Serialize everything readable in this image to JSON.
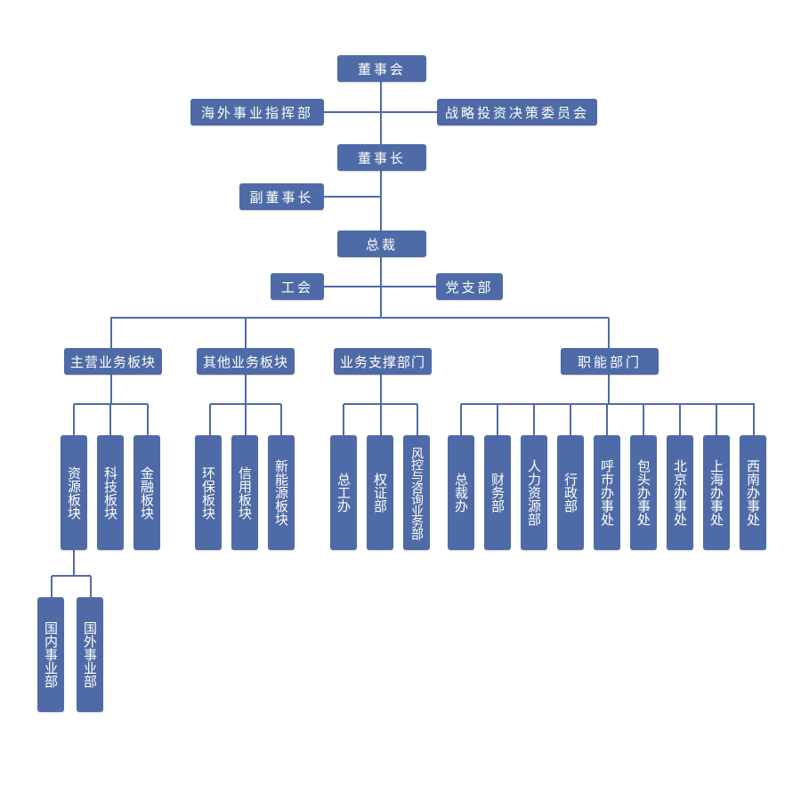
{
  "colors": {
    "node_fill": "#4F6BA7",
    "line": "#4F6BA7",
    "text": "#FFFFFF",
    "background": "#FFFFFF"
  },
  "top": {
    "board": "董事会",
    "overseas_command": "海外事业指挥部",
    "strategy_committee": "战略投资决策委员会",
    "chairman": "董事长",
    "vice_chairman": "副董事长",
    "president": "总裁",
    "union": "工会",
    "party_branch": "党支部"
  },
  "segments": [
    {
      "label": "主营业务板块",
      "children": [
        "资源板块",
        "科技板块",
        "金融板块"
      ]
    },
    {
      "label": "其他业务板块",
      "children": [
        "环保板块",
        "信用板块",
        "新能源板块"
      ]
    },
    {
      "label": "业务支撑部门",
      "children": [
        "总工办",
        "权证部",
        "风控与咨询业务部"
      ]
    },
    {
      "label": "职能部门",
      "children": [
        "总裁办",
        "财务部",
        "人力资源部",
        "行政部",
        "呼市办事处",
        "包头办事处",
        "北京办事处",
        "上海办事处",
        "西南办事处"
      ]
    }
  ],
  "resource_children": [
    "国内事业部",
    "国外事业部"
  ]
}
